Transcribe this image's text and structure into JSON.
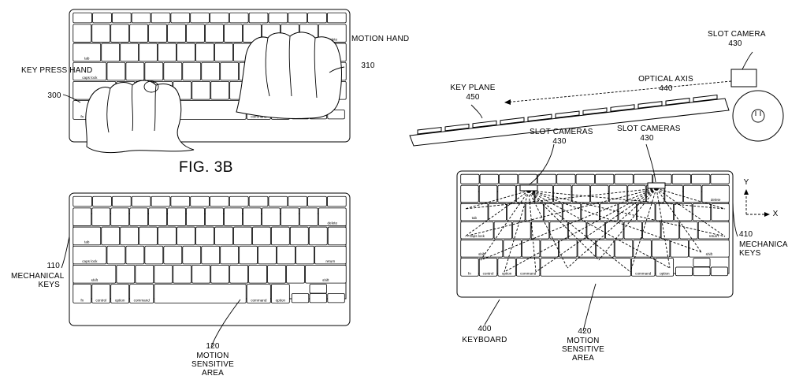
{
  "figure": {
    "fig_title": "FIG. 3B"
  },
  "labels": {
    "key_press_hand_text": "KEY PRESS HAND",
    "key_press_hand_num": "300",
    "motion_hand_text": "MOTION HAND",
    "motion_hand_num": "310",
    "mechanical_keys_left_num": "110",
    "mechanical_keys_left_text": "MECHANICAL KEYS",
    "motion_area_left_num": "120",
    "motion_area_left_text": "MOTION SENSITIVE AREA",
    "slot_camera_top_text": "SLOT CAMERA",
    "slot_camera_top_num": "430",
    "optical_axis_text": "OPTICAL AXIS",
    "optical_axis_num": "440",
    "key_plane_text": "KEY PLANE",
    "key_plane_num": "450",
    "slot_cameras_a_text": "SLOT CAMERAS",
    "slot_cameras_a_num": "430",
    "slot_cameras_b_text": "SLOT CAMERAS",
    "slot_cameras_b_num": "430",
    "axis_y": "Y",
    "axis_x": "X",
    "mechanical_keys_right_num": "410",
    "mechanical_keys_right_text": "MECHANICAL KEYS",
    "keyboard_num": "400",
    "keyboard_text": "KEYBOARD",
    "motion_area_right_num": "420",
    "motion_area_right_text": "MOTION SENSITIVE AREA"
  },
  "key_legends": {
    "caps_lock": "caps lock",
    "shift": "shift",
    "return": "return",
    "fn": "fn",
    "control": "control",
    "option": "option",
    "command": "command",
    "delete": "delete",
    "tab": "tab"
  }
}
